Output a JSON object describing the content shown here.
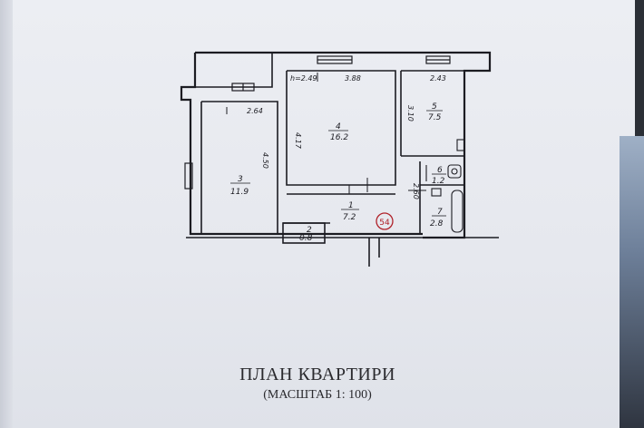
{
  "plan": {
    "height_label": "h=2.49",
    "dimensions": {
      "d1": "3.88",
      "d2": "2.43",
      "d3": "2.64",
      "d4": "4.17",
      "d5": "3.10",
      "d6": "4.50",
      "d7": "2.60"
    },
    "rooms": [
      {
        "num": "4",
        "area": "16.2"
      },
      {
        "num": "5",
        "area": "7.5"
      },
      {
        "num": "3",
        "area": "11.9"
      },
      {
        "num": "1",
        "area": "7.2"
      },
      {
        "num": "6",
        "area": "1.2"
      },
      {
        "num": "7",
        "area": "2.8"
      },
      {
        "num": "2",
        "area": "0.8"
      }
    ],
    "stamp": "54"
  },
  "document": {
    "title": "ПЛАН КВАРТИРИ",
    "subtitle": "(МАСШТАБ 1: 100)"
  }
}
